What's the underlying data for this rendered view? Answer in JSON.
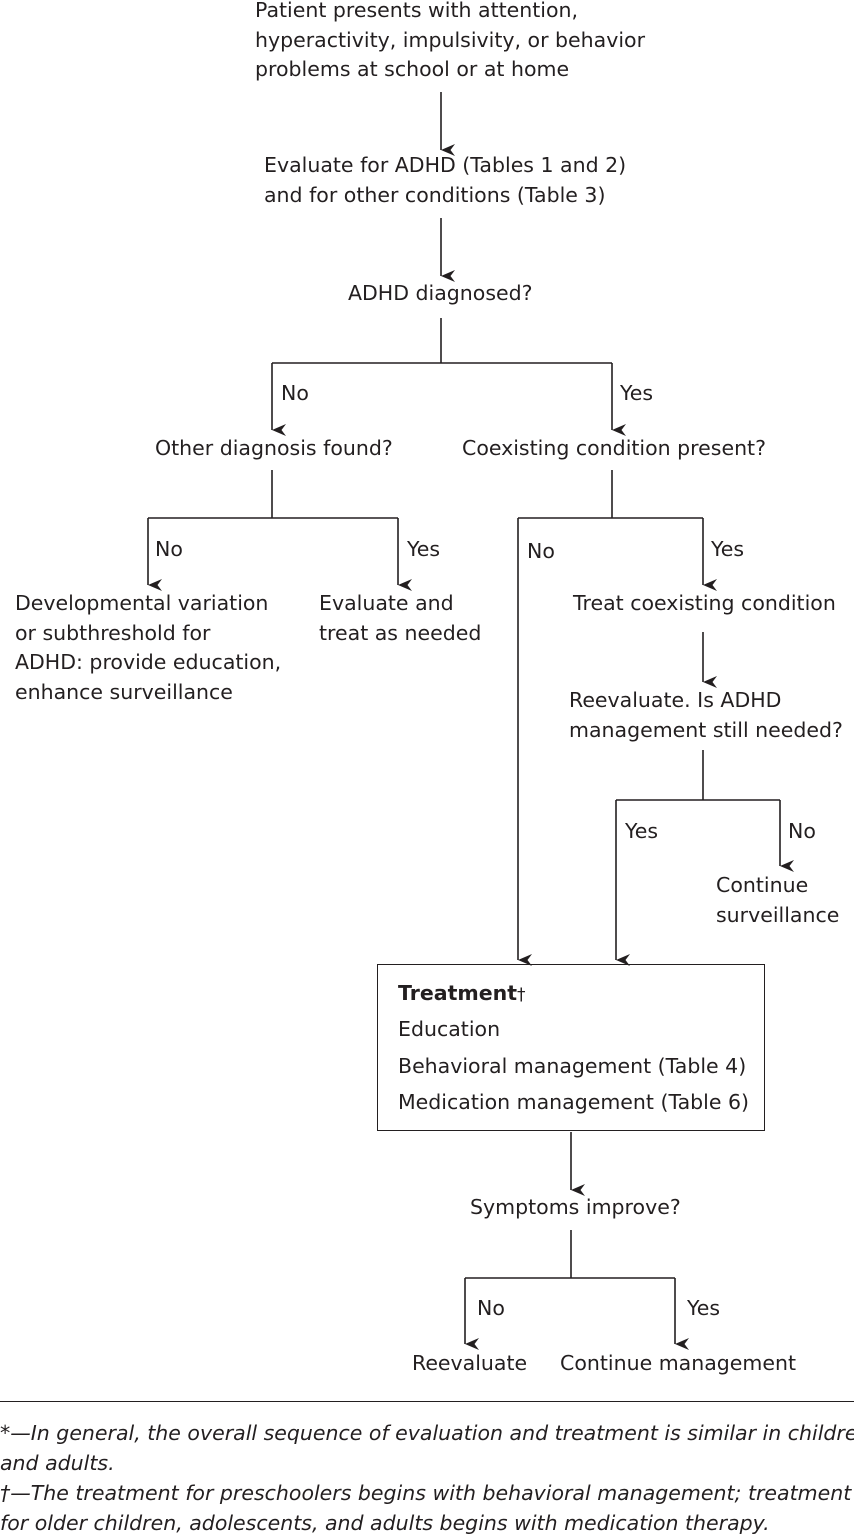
{
  "nodes": {
    "start": "Patient presents with attention,\nhyperactivity, impulsivity, or behavior\nproblems at school or at home",
    "evaluate": "Evaluate for ADHD (Tables 1 and 2)\nand for other conditions (Table 3)",
    "adhd_diagnosed": "ADHD diagnosed?",
    "other_diagnosis": "Other diagnosis found?",
    "coexisting": "Coexisting condition present?",
    "developmental": "Developmental variation\nor subthreshold for\nADHD: provide education,\nenhance surveillance",
    "evaluate_treat": "Evaluate and\ntreat as needed",
    "treat_coexisting": "Treat coexisting condition",
    "reevaluate_q": "Reevaluate. Is ADHD\nmanagement still needed?",
    "continue_surveillance": "Continue\nsurveillance",
    "treatment_title": "Treatment",
    "treatment_dagger": "†",
    "treatment_items": [
      "Education",
      "Behavioral management (Table 4)",
      "Medication management (Table 6)"
    ],
    "symptoms_improve": "Symptoms improve?",
    "reevaluate": "Reevaluate",
    "continue_management": "Continue management"
  },
  "labels": {
    "no_1": "No",
    "yes_1": "Yes",
    "no_2": "No",
    "yes_2": "Yes",
    "no_3": "No",
    "yes_3": "Yes",
    "yes_4": "Yes",
    "no_4": "No",
    "no_5": "No",
    "yes_5": "Yes"
  },
  "footnotes": {
    "star": "*—In general, the overall sequence of evaluation and treatment is similar in children\nand adults.",
    "dagger": "†—The treatment for preschoolers begins with behavioral management; treatment\nfor older children, adolescents, and adults begins with medication therapy."
  }
}
